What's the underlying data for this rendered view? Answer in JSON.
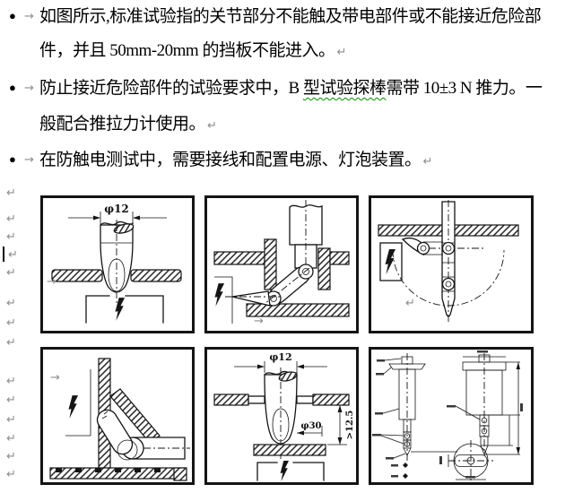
{
  "document": {
    "bullets": {
      "b1": {
        "line1": "如图所示,标准试验指的关节部分不能触及带电部件或不能接近危险部",
        "line2": "件，并且 50mm-20mm 的挡板不能进入。"
      },
      "b2": {
        "line1_pre": "防止接近危险部件的试验要求中，B ",
        "line1_spellcheck": "型试验探棒",
        "line1_post": "需带 10±3 N 推力。一",
        "line2": "般配合推拉力计使用。"
      },
      "b3": {
        "line1": "在防触电测试中，需要接线和配置电源、灯泡装置。"
      }
    },
    "marks": {
      "bullet": "●",
      "tab_arrow": "→",
      "return_mark": "↵"
    }
  },
  "diagrams": {
    "top_left": {
      "dim_diameter": "φ12"
    },
    "bottom_middle": {
      "dim_diameter": "φ12",
      "dim_inner": "φ30",
      "dim_depth": ">12.5"
    }
  },
  "colors": {
    "background": "#ffffff",
    "text": "#000000",
    "line": "#151515",
    "formatting_mark": "#8c8c8c",
    "spellcheck_underline": "#009000"
  }
}
